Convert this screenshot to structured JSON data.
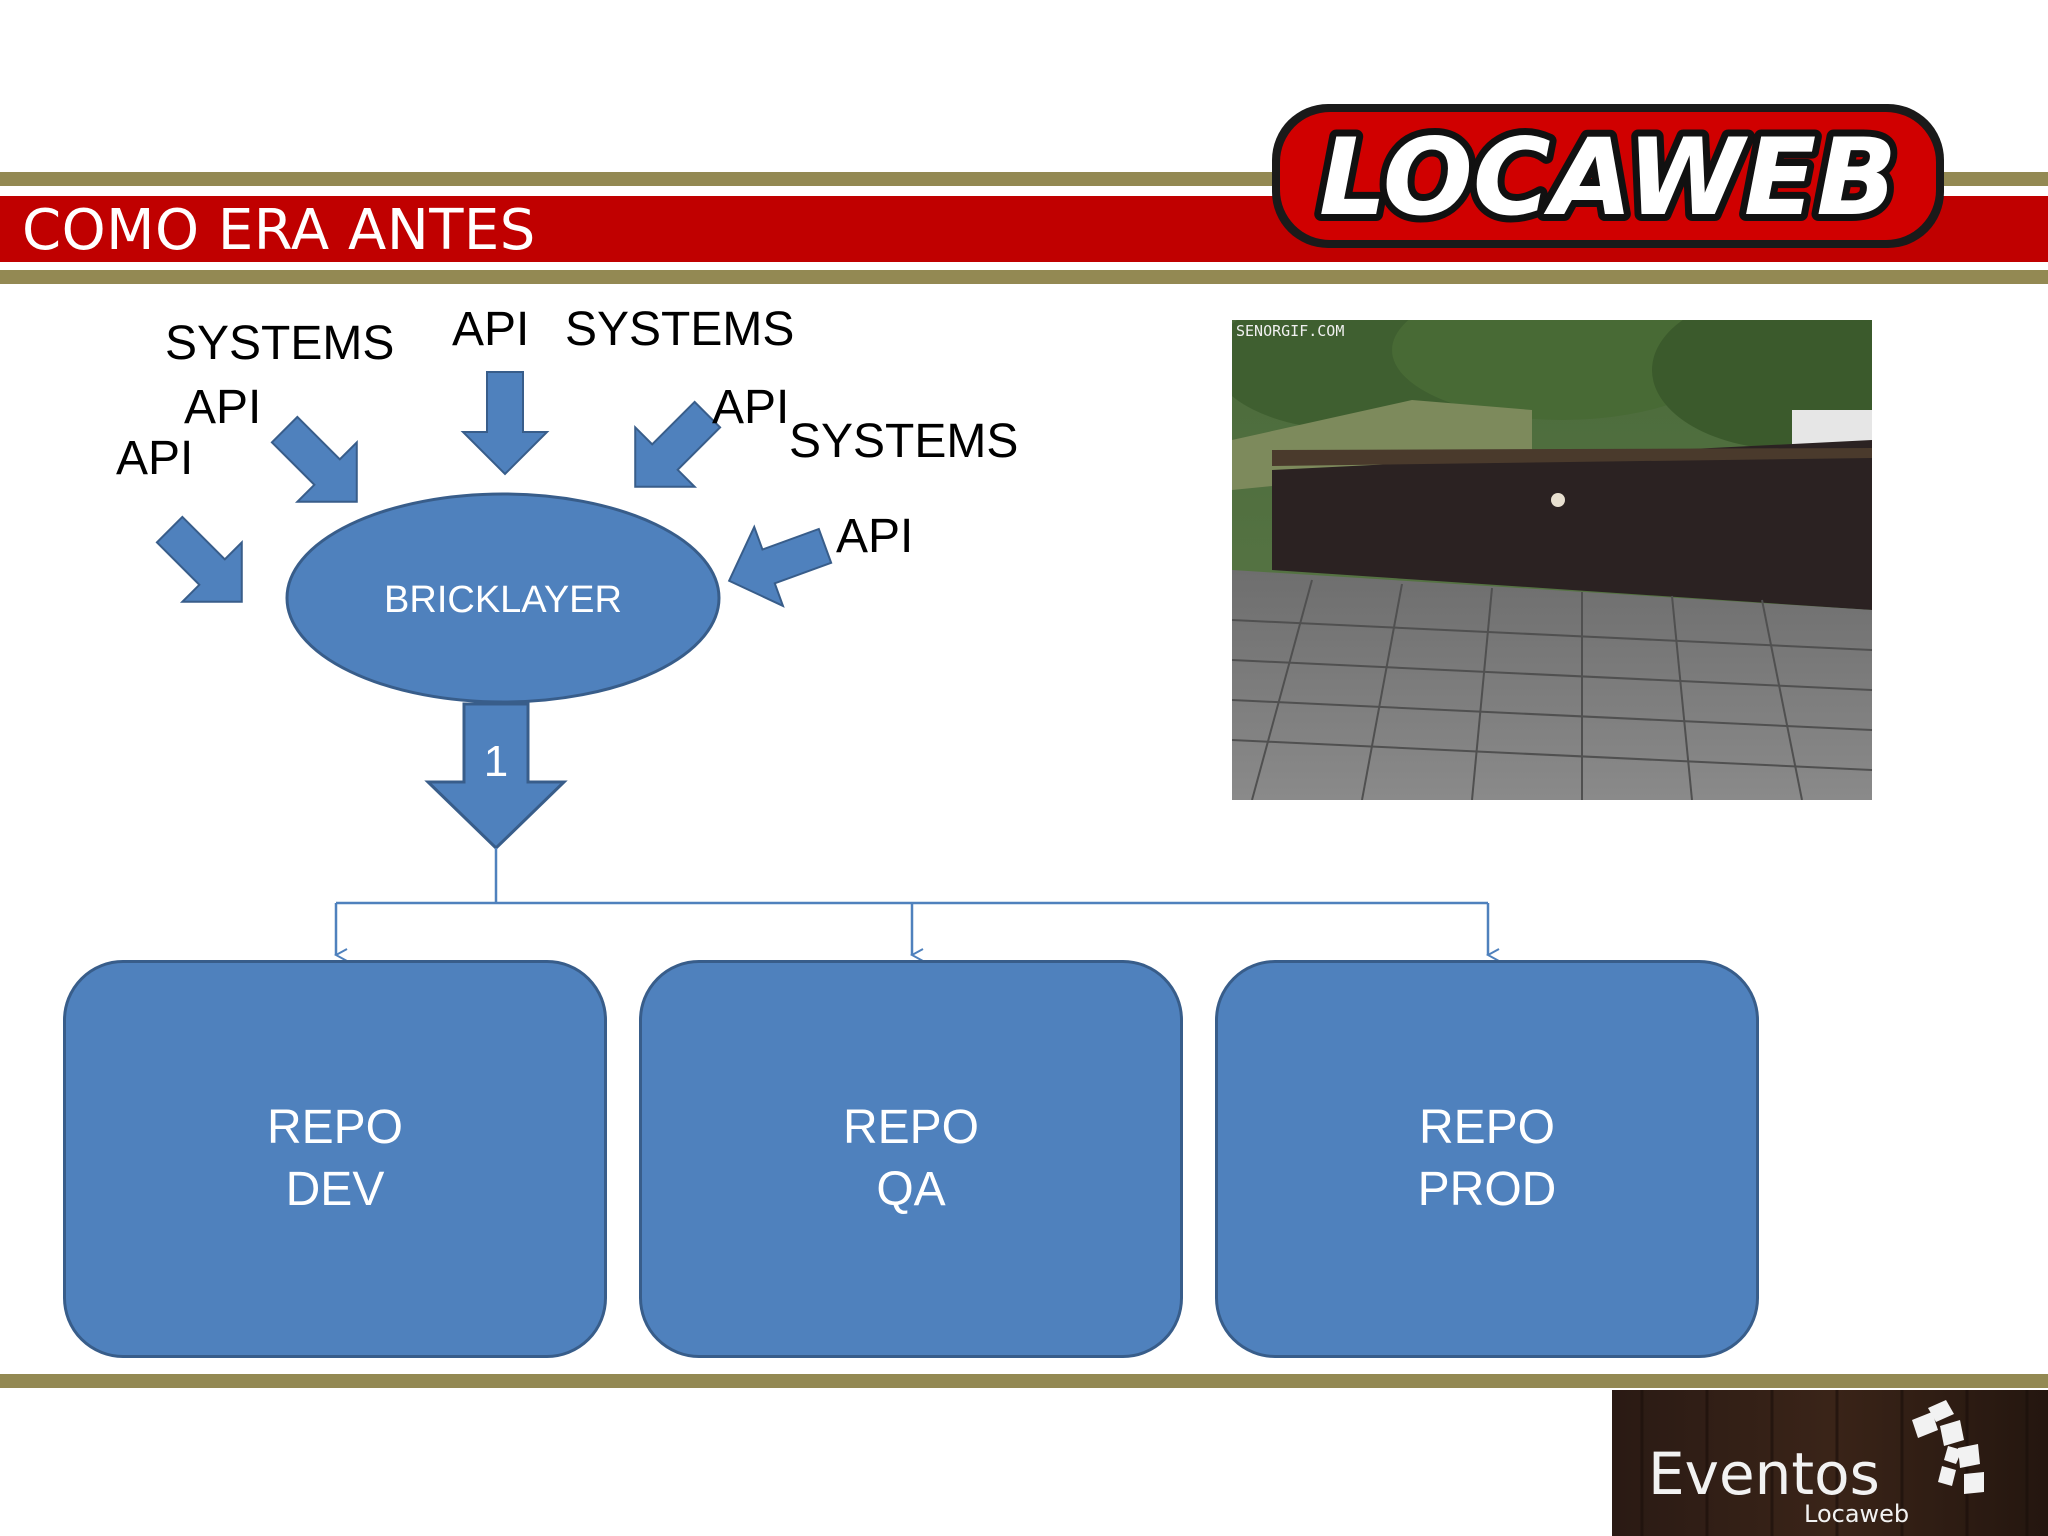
{
  "slide": {
    "title": "COMO ERA ANTES",
    "brand_logo": "LOCAWEB",
    "colors": {
      "header_red": "#c00000",
      "gold_stripe": "#938953",
      "shape_fill": "#4f81bd",
      "shape_border": "#385d8a"
    }
  },
  "diagram": {
    "center_node": "BRICKLAYER",
    "down_arrow_label": "1",
    "inputs": [
      {
        "label": "SYSTEMS"
      },
      {
        "label": "API"
      },
      {
        "label": "API"
      },
      {
        "label": "SYSTEMS"
      },
      {
        "label": "API"
      },
      {
        "label": "SYSTEMS"
      },
      {
        "label": "API"
      },
      {
        "label": "API"
      }
    ],
    "targets": [
      {
        "line1": "REPO",
        "line2": "DEV"
      },
      {
        "line1": "REPO",
        "line2": "QA"
      },
      {
        "line1": "REPO",
        "line2": "PROD"
      }
    ]
  },
  "photo": {
    "watermark": "SENORGIF.COM"
  },
  "footer": {
    "logo_main": "Eventos",
    "logo_sub": "Locaweb"
  }
}
